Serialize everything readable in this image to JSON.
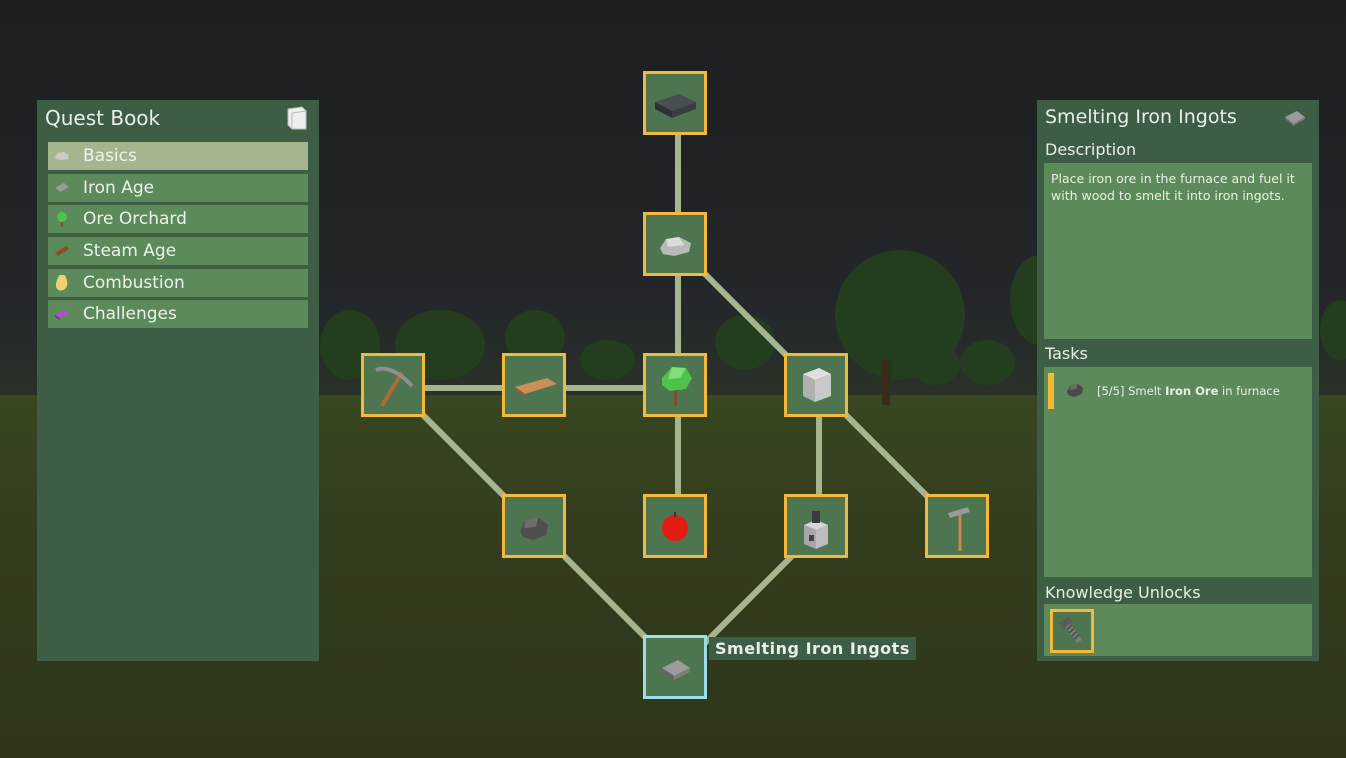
{
  "quest_book": {
    "title": "Quest Book",
    "categories": [
      {
        "label": "Basics",
        "icon": "rock-icon",
        "active": true
      },
      {
        "label": "Iron Age",
        "icon": "iron-ingot-icon",
        "active": false
      },
      {
        "label": "Ore Orchard",
        "icon": "tree-icon",
        "active": false
      },
      {
        "label": "Steam Age",
        "icon": "log-icon",
        "active": false
      },
      {
        "label": "Combustion",
        "icon": "flame-icon",
        "active": false
      },
      {
        "label": "Challenges",
        "icon": "book-icon",
        "active": false
      }
    ]
  },
  "quest_detail": {
    "title": "Smelting Iron Ingots",
    "description_heading": "Description",
    "description": "Place iron ore in the furnace and fuel it with wood to smelt it into iron ingots.",
    "tasks_heading": "Tasks",
    "task": {
      "progress": "[5/5] Smelt",
      "item": "Iron Ore",
      "suffix": "in furnace"
    },
    "unlocks_heading": "Knowledge Unlocks"
  },
  "tooltip": "Smelting Iron Ingots",
  "colors": {
    "node_border": "#f5b83a",
    "selected_border": "#9fdcea",
    "panel": "#3d5e45",
    "item": "#5d8a5b",
    "connector": "#a5b68f"
  }
}
